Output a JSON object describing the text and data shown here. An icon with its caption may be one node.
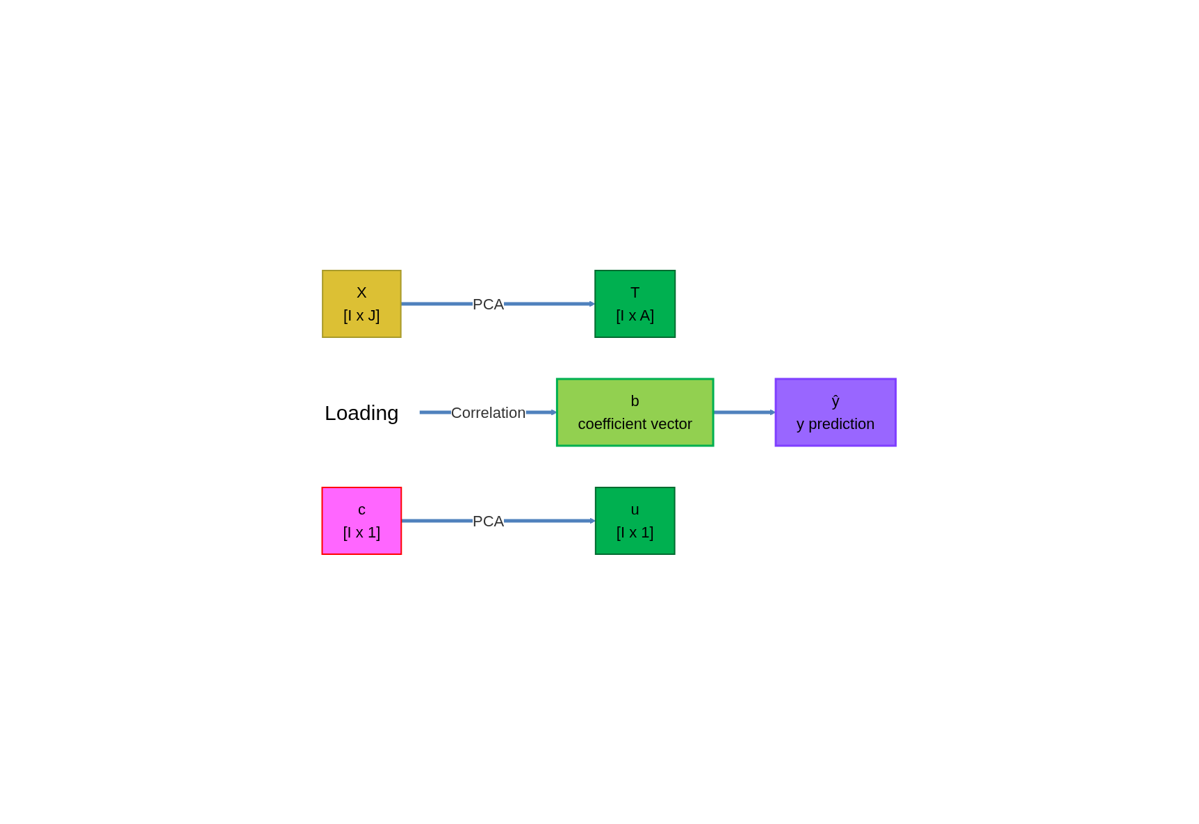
{
  "diagram": {
    "nodes": [
      {
        "text": [
          "X",
          "[I x J]"
        ]
      },
      {
        "text": [
          "T",
          "[I x A]"
        ]
      },
      {
        "text": [
          "Loading"
        ]
      },
      {
        "text": [
          "b",
          "coefficient vector"
        ]
      },
      {
        "text": [
          "c",
          "[I x 1]"
        ]
      },
      {
        "text": [
          "u",
          "[I x 1]"
        ]
      },
      {
        "text": [
          "ŷ",
          "y prediction"
        ]
      }
    ],
    "edges": [
      {
        "from": 0,
        "to": 1,
        "arrow": "to",
        "label": "PCA"
      },
      {
        "from": 4,
        "to": 5,
        "arrow": "to",
        "label": "PCA"
      },
      {
        "from": 2,
        "to": 3,
        "arrow": "to",
        "label": "Correlation"
      },
      {
        "from": 3,
        "to": 6,
        "arrow": "to"
      }
    ]
  }
}
